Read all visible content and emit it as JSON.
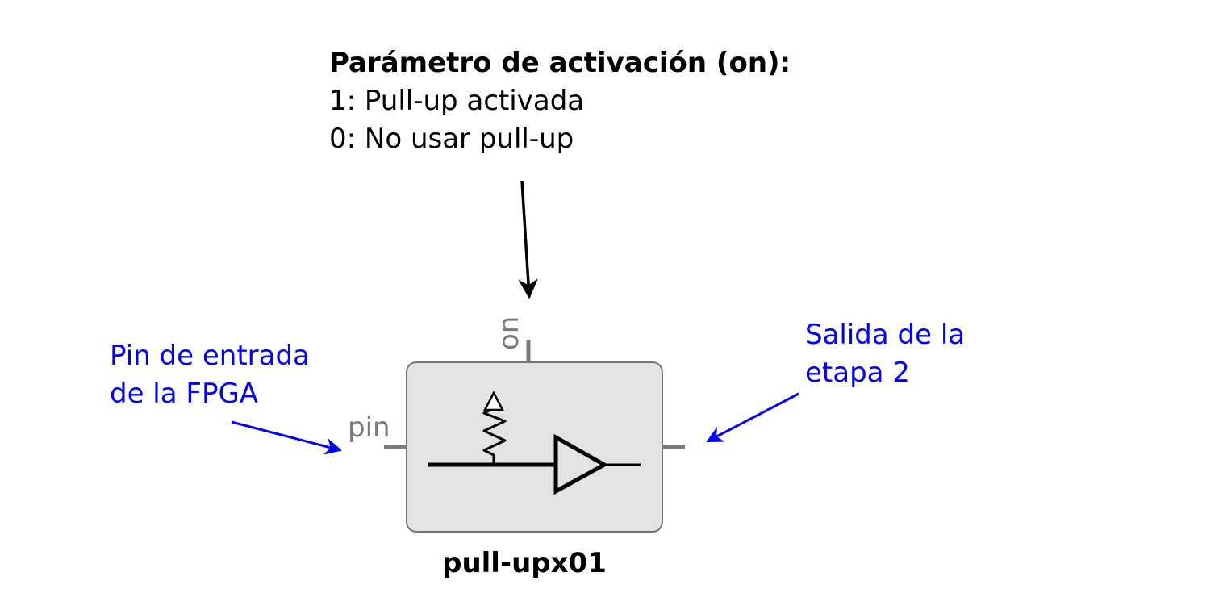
{
  "parameter_note": {
    "title": "Parámetro de activación (on):",
    "line1": "1: Pull-up activada",
    "line2": "0: No usar pull-up"
  },
  "block": {
    "name": "pull-upx01",
    "port_top": "on",
    "port_left": "pin"
  },
  "annotations": {
    "input_line1": "Pin de entrada",
    "input_line2": "de la FPGA",
    "output_line1": "Salida de la",
    "output_line2": "etapa 2"
  },
  "colors": {
    "annotation": "#0000ee",
    "port": "#7a7a7a",
    "block_fill": "#e3e3e3",
    "block_stroke": "#777777",
    "ink": "#000000"
  }
}
